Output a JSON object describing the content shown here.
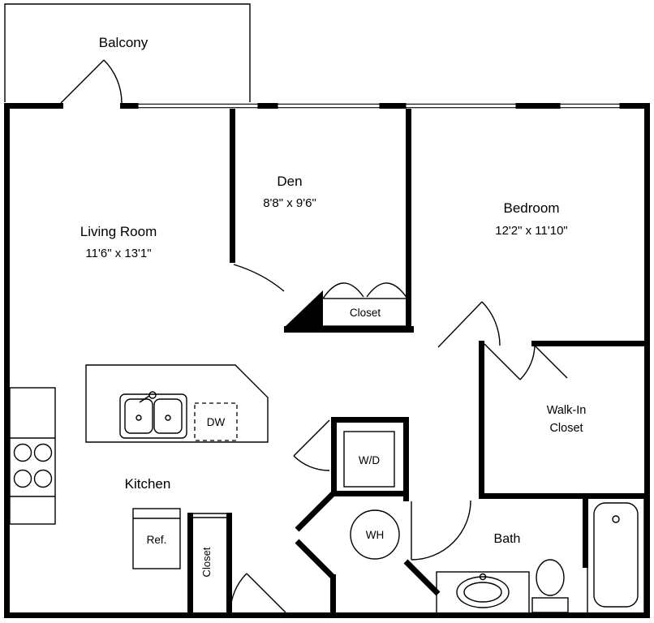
{
  "colors": {
    "walls": "#000000",
    "background": "#ffffff"
  },
  "rooms": {
    "balcony": {
      "label": "Balcony"
    },
    "living_room": {
      "label": "Living Room",
      "dimensions": "11'6\" x 13'1\""
    },
    "den": {
      "label": "Den",
      "dimensions": "8'8\" x 9'6\""
    },
    "bedroom": {
      "label": "Bedroom",
      "dimensions": "12'2\" x 11'10\""
    },
    "den_closet": {
      "label": "Closet"
    },
    "walk_in_closet": {
      "label_line1": "Walk-In",
      "label_line2": "Closet"
    },
    "kitchen": {
      "label": "Kitchen"
    },
    "kitchen_closet": {
      "label": "Closet"
    },
    "bath": {
      "label": "Bath"
    }
  },
  "fixtures": {
    "dishwasher": {
      "label": "DW"
    },
    "refrigerator": {
      "label": "Ref."
    },
    "washer_dryer": {
      "label": "W/D"
    },
    "water_heater": {
      "label": "WH"
    }
  }
}
